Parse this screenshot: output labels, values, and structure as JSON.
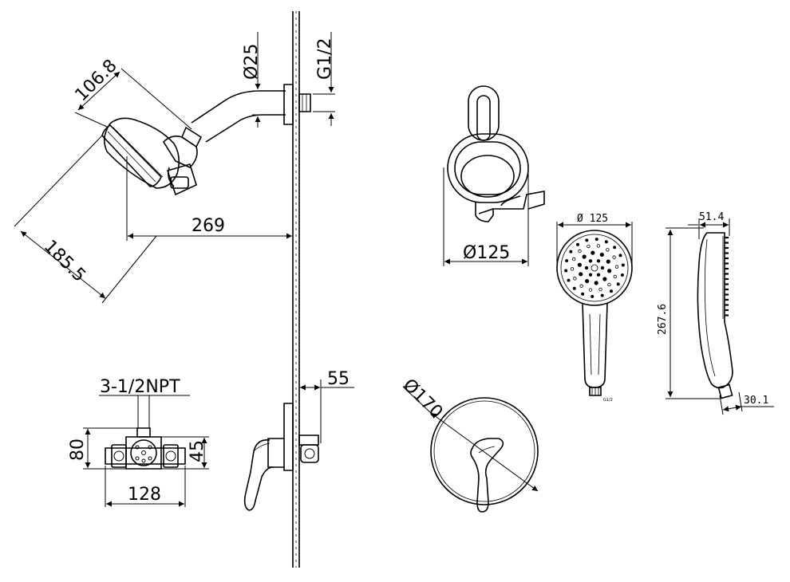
{
  "diagram": {
    "dimensions": {
      "showerhead_depth": "106.8",
      "showerhead_length": "185.5",
      "arm_reach": "269",
      "arm_diameter": "Ø25",
      "wall_thread": "G1/2",
      "head_face_diameter": "Ø125",
      "valve_inlet": "3-1/2NPT",
      "valve_height": "80",
      "valve_body": "45",
      "valve_width": "128",
      "wall_gap": "55",
      "trim_plate_diameter": "Ø170",
      "handheld_face_diameter": "Ø 125",
      "handheld_depth": "51.4",
      "handheld_length": "267.6",
      "handheld_handle": "30.1",
      "handheld_thread": "G1/2"
    }
  }
}
